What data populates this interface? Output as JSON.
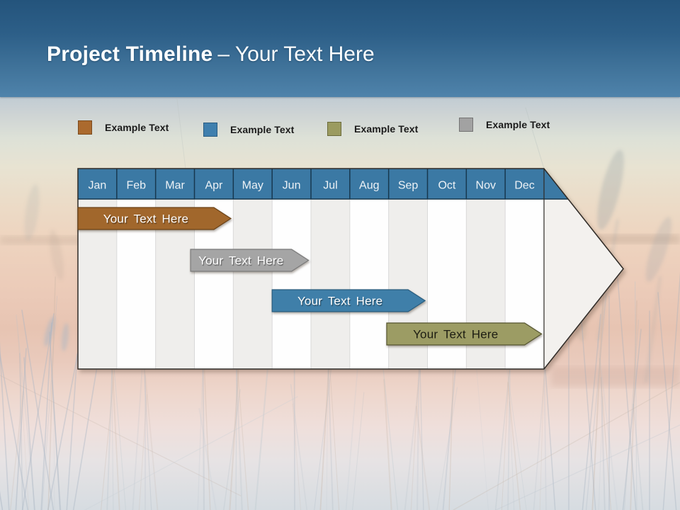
{
  "slide": {
    "title_bold": "Project Timeline",
    "title_rest": "– Your Text Here"
  },
  "legend": {
    "items": [
      {
        "label": "Example Text",
        "color": "#ab6a2e",
        "border": "#7b4b1d"
      },
      {
        "label": "Example Text",
        "color": "#3f7fae",
        "border": "#2b5d82"
      },
      {
        "label": "Example Text",
        "color": "#9b9b60",
        "border": "#6c6c3c"
      },
      {
        "label": "Example Text",
        "color": "#a2a2a2",
        "border": "#747474"
      }
    ]
  },
  "chart_data": {
    "type": "bar",
    "subtype": "gantt-arrow-timeline",
    "title": "Project Timeline – Your Text Here",
    "x_axis": {
      "unit": "month",
      "categories": [
        "Jan",
        "Feb",
        "Mar",
        "Apr",
        "May",
        "Jun",
        "Jul",
        "Aug",
        "Sep",
        "Oct",
        "Nov",
        "Dec"
      ],
      "range": [
        0,
        12
      ]
    },
    "header_color": "#3b79a4",
    "header_text_color": "#edf2f6",
    "arrow_fill": "#f3f1ee",
    "stripe_colors": [
      "#efeeec",
      "#fefefe"
    ],
    "grid_line_color": "#d9d9d9",
    "header_line_color": "#17384f",
    "outline_color": "#2e2a26",
    "bars": [
      {
        "label": "Your Text Here",
        "start": 0.0,
        "end": 3.5,
        "row": 0,
        "color": "#a1672c",
        "border": "#6b4216",
        "text_color": "#ffffff"
      },
      {
        "label": "Your Text Here",
        "start": 2.9,
        "end": 5.5,
        "row": 1,
        "color": "#a5a5a5",
        "border": "#7a7a7a",
        "text_color": "#ffffff"
      },
      {
        "label": "Your Text Here",
        "start": 5.0,
        "end": 8.5,
        "row": 2,
        "color": "#3f7fa9",
        "border": "#295d7f",
        "text_color": "#ffffff"
      },
      {
        "label": "Your Text Here",
        "start": 7.95,
        "end": 11.5,
        "row": 3,
        "color": "#9c9c64",
        "border": "#565630",
        "text_color": "#1d1d12"
      }
    ]
  }
}
